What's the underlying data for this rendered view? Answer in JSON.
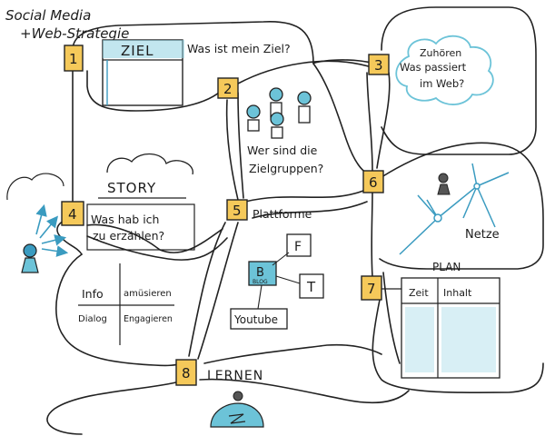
{
  "title": {
    "line1": "Social Media",
    "line2": "+Web-Strategie"
  },
  "colors": {
    "highlight": "#f5c95a",
    "accent_blue": "#6cc3d8",
    "ink": "#1c1c1c"
  },
  "steps": [
    {
      "number": "1",
      "heading": "ZIEL",
      "question": "Was ist mein Ziel?"
    },
    {
      "number": "2",
      "text_line1": "Wer sind die",
      "text_line2": "Zielgruppen?"
    },
    {
      "number": "3",
      "cloud_line1": "Zuhören",
      "cloud_line2": "Was passiert",
      "cloud_line3": "im Web?"
    },
    {
      "number": "4",
      "heading": "STORY",
      "question_line1": "Was hab ich",
      "question_line2": "zu erzählen?",
      "grid": {
        "top_left": "Info",
        "top_right": "amüsieren",
        "bottom_left": "Dialog",
        "bottom_right": "Engagieren"
      }
    },
    {
      "number": "5",
      "heading": "Plattforme",
      "platforms": [
        "F",
        "B",
        "T",
        "Youtube"
      ],
      "blog_label": "BLOG"
    },
    {
      "number": "6",
      "label": "Netze"
    },
    {
      "number": "7",
      "heading": "PLAN",
      "col1": "Zeit",
      "col2": "Inhalt"
    },
    {
      "number": "8",
      "heading": "LERNEN"
    }
  ]
}
